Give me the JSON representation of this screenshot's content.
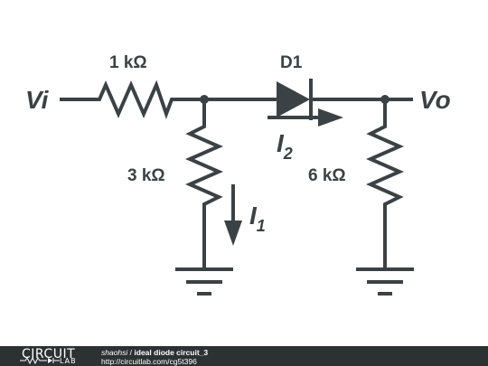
{
  "schematic": {
    "input_label": "Vi",
    "output_label": "Vo",
    "r1_value": "1 kΩ",
    "r2_value": "3 kΩ",
    "r3_value": "6 kΩ",
    "diode_label": "D1",
    "i1_main": "I",
    "i1_sub": "1",
    "i2_main": "I",
    "i2_sub": "2"
  },
  "footer": {
    "logo_top": "CIRCUIT",
    "logo_bottom": "LAB",
    "author": "shaohsi",
    "separator": " / ",
    "circuit_title": "ideal diode circuit_3",
    "url": "http://circuitlab.com/cg5t396"
  },
  "colors": {
    "ink": "#3b4245",
    "footer_bg": "#2c3133"
  }
}
